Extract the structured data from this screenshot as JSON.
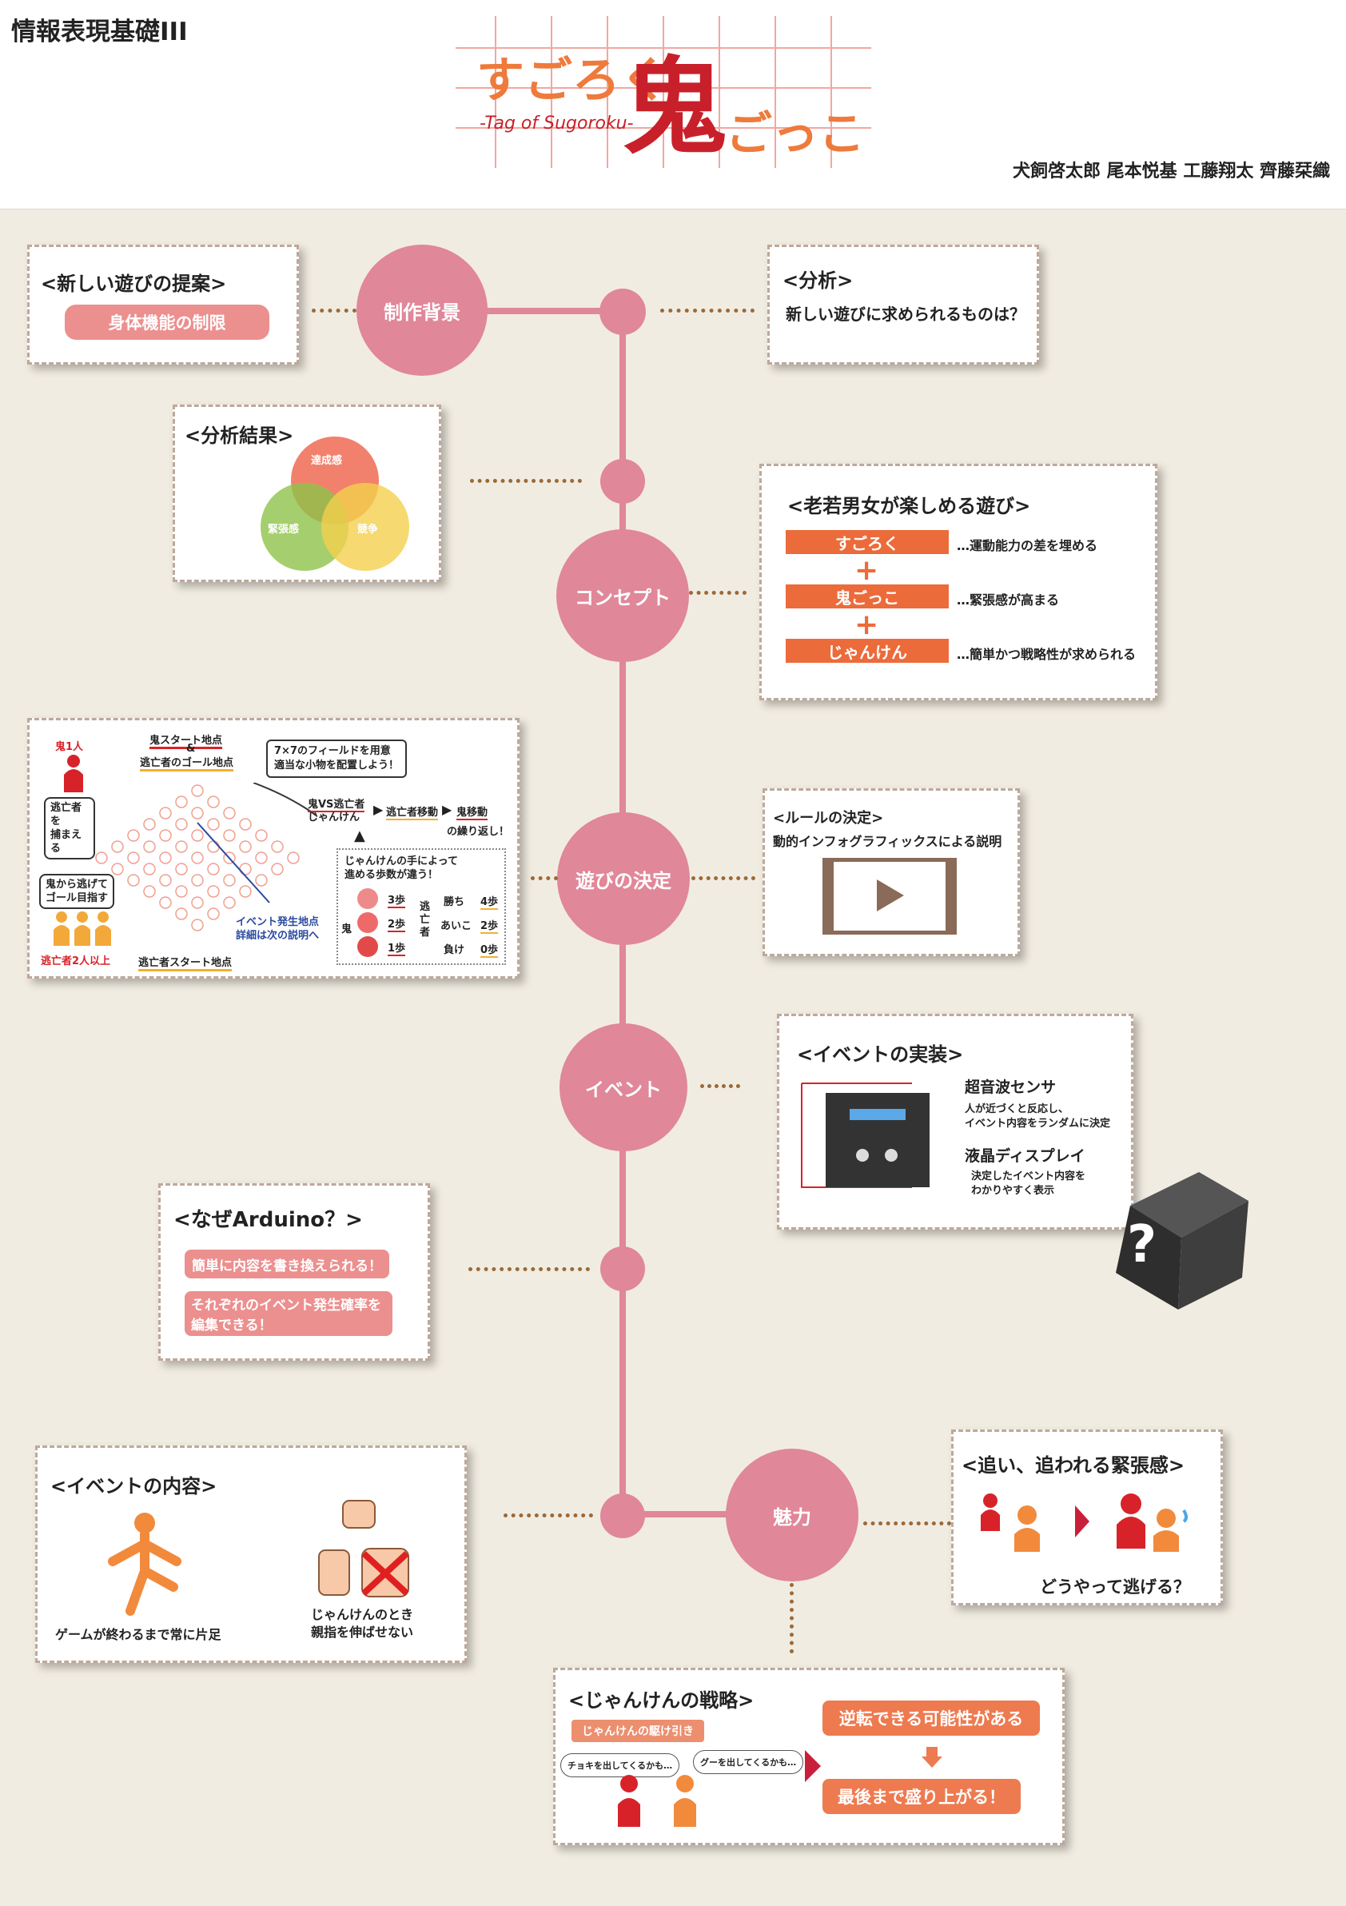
{
  "header": {
    "course": "情報表現基礎III",
    "title_main": "すごろく",
    "title_kanji": "鬼",
    "title_end": "ごっこ",
    "title_sub": "-Tag of Sugoroku-",
    "authors": "犬飼啓太郎  尾本悦基  工藤翔太  齊藤栞織"
  },
  "nodes": {
    "background": "制作背景",
    "concept": "コンセプト",
    "rules": "遊びの決定",
    "event": "イベント",
    "appeal": "魅力"
  },
  "proposal": {
    "title": "<新しい遊びの提案>",
    "pill": "身体機能の制限"
  },
  "analysis": {
    "title": "<分析>",
    "text": "新しい遊びに求められるものは？"
  },
  "analysis_result": {
    "title": "<分析結果>",
    "venn": [
      "達成感",
      "緊張感",
      "競争"
    ]
  },
  "concept_card": {
    "title": "<老若男女が楽しめる遊び>",
    "items": [
      {
        "label": "すごろく",
        "desc": "…運動能力の差を埋める"
      },
      {
        "label": "鬼ごっこ",
        "desc": "…緊張感が高まる"
      },
      {
        "label": "じゃんけん",
        "desc": "…簡単かつ戦略性が求められる"
      }
    ],
    "plus": "+"
  },
  "rules_diagram": {
    "oni_count": "鬼1人",
    "oni_start": "鬼スタート地点",
    "amp": "&",
    "goal": "逃亡者のゴール地点",
    "field_note_1": "7×7のフィールドを用意",
    "field_note_2": "適当な小物を配置しよう！",
    "oni_catch_1": "逃亡者を",
    "oni_catch_2": "捕まえる",
    "flow_1": "鬼VS逃亡者",
    "flow_1b": "じゃんけん",
    "flow_2": "逃亡者移動",
    "flow_3": "鬼移動",
    "repeat": "の繰り返し！",
    "runner_goal_1": "鬼から逃げて",
    "runner_goal_2": "ゴール目指す",
    "runner_count": "逃亡者2人以上",
    "runner_start": "逃亡者スタート地点",
    "event_point": "イベント発生地点",
    "event_detail": "詳細は次の説明へ",
    "hand_note_1": "じゃんけんの手によって",
    "hand_note_2": "進める歩数が違う！",
    "oni_label": "鬼",
    "runner_label": "逃亡者",
    "oni_steps": [
      "3歩",
      "2歩",
      "1歩"
    ],
    "results": [
      "勝ち",
      "あいこ",
      "負け"
    ],
    "runner_steps": [
      "4歩",
      "2歩",
      "0歩"
    ]
  },
  "rule_video": {
    "title": "<ルールの決定>",
    "text": "動的インフォグラフィックスによる説明"
  },
  "event_impl": {
    "title": "<イベントの実装>",
    "sensor": "超音波センサ",
    "sensor_desc_1": "人が近づくと反応し、",
    "sensor_desc_2": "イベント内容をランダムに決定",
    "display": "液晶ディスプレイ",
    "display_desc_1": "決定したイベント内容を",
    "display_desc_2": "わかりやすく表示",
    "box_mark": "?"
  },
  "arduino": {
    "title": "<なぜArduino？>",
    "reason_1": "簡単に内容を書き換えられる！",
    "reason_2a": "それぞれのイベント発生確率を",
    "reason_2b": "編集できる！"
  },
  "event_content": {
    "title": "<イベントの内容>",
    "item_1": "ゲームが終わるまで常に片足",
    "item_2a": "じゃんけんのとき",
    "item_2b": "親指を伸ばせない"
  },
  "tension": {
    "title": "<追い、追われる緊張感>",
    "text": "どうやって逃げる？"
  },
  "strategy": {
    "title": "<じゃんけんの戦略>",
    "tag": "じゃんけんの駆け引き",
    "thought_1": "チョキを出してくるかも…",
    "thought_2": "グーを出してくるかも…",
    "result_1": "逆転できる可能性がある",
    "result_2": "最後まで盛り上がる！"
  },
  "colors": {
    "accent": "#e08799",
    "orange": "#ec6b3a",
    "pill": "#ec8f8f",
    "oni_red": "#d8222a",
    "runner": "#f29a3c"
  }
}
